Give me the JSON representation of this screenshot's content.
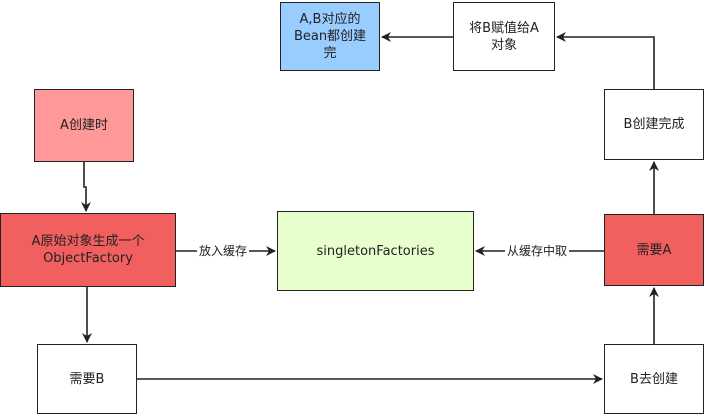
{
  "nodes": {
    "a_create": [
      "A创建时"
    ],
    "a_raw": [
      "A原始对象生成一个",
      "ObjectFactory"
    ],
    "need_b": [
      "需要B"
    ],
    "singleton_factories": [
      "singletonFactories"
    ],
    "need_a": [
      "需要A"
    ],
    "b_create": [
      "B去创建"
    ],
    "b_done": [
      "B创建完成"
    ],
    "b_assign": [
      "将B赋值给A",
      "对象"
    ],
    "ab_done": [
      "A,B对应的",
      "Bean都创建",
      "完"
    ]
  },
  "edge_labels": {
    "put_in_cache": "放入缓存",
    "take_from_cache": "从缓存中取"
  },
  "colors": {
    "a_create_fill": "#ff9999",
    "red_fill": "#f25f5f",
    "cache_fill": "#e6ffcc",
    "done_fill": "#99ccff",
    "stroke": "#222222"
  }
}
